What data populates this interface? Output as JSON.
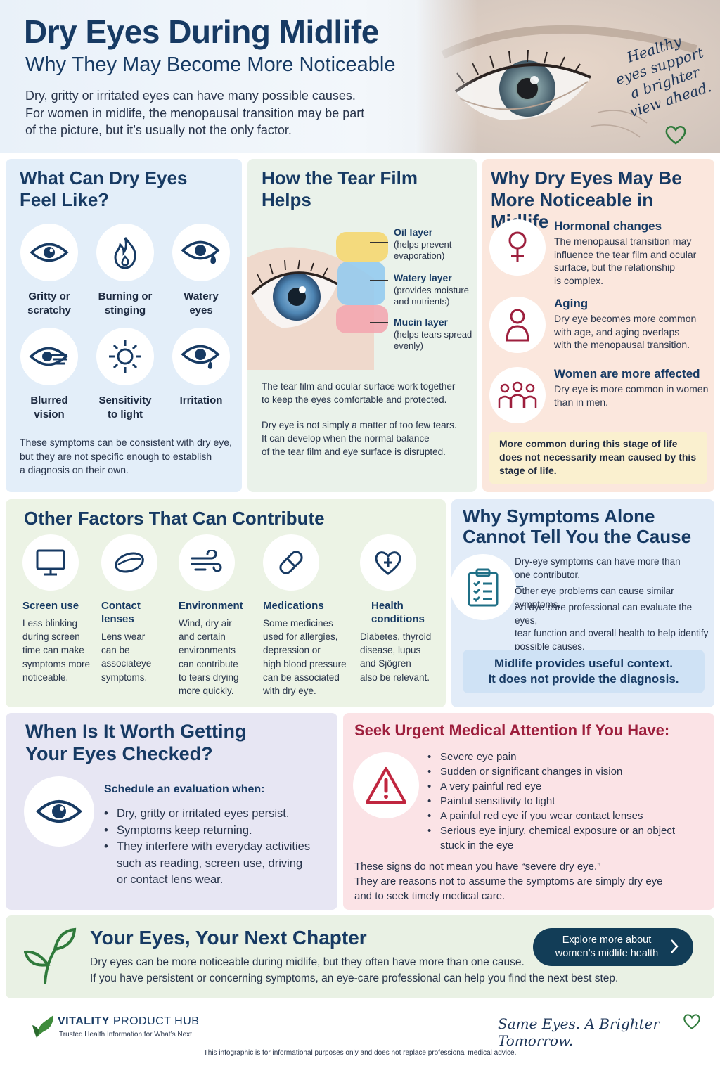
{
  "header": {
    "title": "Dry Eyes During Midlife",
    "subtitle": "Why They May Become More Noticeable",
    "intro_lines": [
      "Dry, gritty or irritated eyes can have many possible causes.",
      "For women in midlife, the menopausal transition may be part",
      "of the picture, but it’s usually not the only factor."
    ],
    "script_lines": [
      "Healthy",
      "eyes support",
      "a brighter",
      "view ahead."
    ],
    "script_icon": "heart-outline-icon"
  },
  "symptoms": {
    "title_lines": [
      "What Can Dry Eyes",
      "Feel Like?"
    ],
    "items": [
      {
        "icon": "eye-icon",
        "lines": [
          "Gritty or",
          "scratchy"
        ]
      },
      {
        "icon": "flame-icon",
        "lines": [
          "Burning or",
          "stinging"
        ]
      },
      {
        "icon": "watery-eye-icon",
        "lines": [
          "Watery",
          "eyes"
        ]
      },
      {
        "icon": "blurred-eye-icon",
        "lines": [
          "Blurred",
          "vision"
        ]
      },
      {
        "icon": "sun-icon",
        "lines": [
          "Sensitivity",
          "to light"
        ]
      },
      {
        "icon": "irritated-eye-icon",
        "lines": [
          "Irritation"
        ]
      }
    ],
    "note_lines": [
      "These symptoms can be consistent with dry eye,",
      "but they are not specific enough to establish",
      "a diagnosis on their own."
    ]
  },
  "tear_film": {
    "title_lines": [
      "How the Tear Film",
      "Helps"
    ],
    "layers": [
      {
        "name": "Oil layer",
        "desc_lines": [
          "(helps prevent",
          "evaporation)"
        ],
        "color": "#f6d66a"
      },
      {
        "name": "Watery layer",
        "desc_lines": [
          "(provides moisture",
          "and nutrients)"
        ],
        "color": "#8fc9f0"
      },
      {
        "name": "Mucin layer",
        "desc_lines": [
          "(helps tears spread",
          "evenly)"
        ],
        "color": "#f3a3ae"
      }
    ],
    "para1_lines": [
      "The tear film and ocular surface work together",
      "to keep the eyes comfortable and protected."
    ],
    "para2_lines": [
      "Dry eye is not simply a matter of too few tears.",
      "It can develop when the normal balance",
      "of the tear film and eye surface is disrupted."
    ]
  },
  "midlife": {
    "title_lines": [
      "Why Dry Eyes May Be",
      "More Noticeable in Midlife"
    ],
    "items": [
      {
        "icon": "female-symbol-icon",
        "title": "Hormonal changes",
        "desc_lines": [
          "The menopausal transition may",
          "influence the tear film and ocular",
          "surface, but the relationship",
          "is complex."
        ]
      },
      {
        "icon": "person-icon",
        "title": "Aging",
        "desc_lines": [
          "Dry eye becomes more common",
          "with age, and aging overlaps",
          "with the menopausal transition."
        ]
      },
      {
        "icon": "group-icon",
        "title": "Women are more affected",
        "desc_lines": [
          "Dry eye is more common in women",
          "than in men."
        ]
      }
    ],
    "callout_lines": [
      "More common during this stage of life",
      "does not necessarily mean caused by this",
      "stage of life."
    ]
  },
  "factors": {
    "title": "Other Factors That Can Contribute",
    "items": [
      {
        "icon": "monitor-icon",
        "title_lines": [
          "Screen use"
        ],
        "desc_lines": [
          "Less blinking",
          "during screen",
          "time can make",
          "symptoms more",
          "noticeable."
        ]
      },
      {
        "icon": "contact-lens-icon",
        "title_lines": [
          "Contact",
          "lenses"
        ],
        "desc_lines": [
          "Lens wear",
          "can be",
          "associateye",
          "symptoms."
        ]
      },
      {
        "icon": "wind-icon",
        "title_lines": [
          "Environment"
        ],
        "desc_lines": [
          "Wind, dry air",
          "and certain",
          "environments",
          "can contribute",
          "to tears drying",
          "more quickly."
        ]
      },
      {
        "icon": "pill-icon",
        "title_lines": [
          "Medications"
        ],
        "desc_lines": [
          "Some medicines",
          "used for allergies,",
          "depression or",
          "high blood pressure",
          "can be associated",
          "with dry eye."
        ]
      },
      {
        "icon": "heart-plus-icon",
        "title_lines": [
          "Health",
          "conditions"
        ],
        "desc_lines": [
          "Diabetes, thyroid",
          "disease, lupus",
          "and Sjögren",
          "also be relevant."
        ]
      }
    ]
  },
  "alone": {
    "title_lines": [
      "Why Symptoms Alone",
      "Cannot Tell You the Cause"
    ],
    "icon": "clipboard-checklist-icon",
    "points": [
      {
        "lines": [
          "Dry-eye symptoms can have more than",
          "one contributor."
        ]
      },
      {
        "lines": [
          "Other eye problems can cause similar symptoms."
        ]
      },
      {
        "lines": [
          "An eye-care professional can evaluate the eyes,",
          "tear function and overall health to help identify",
          "possible causes."
        ]
      }
    ],
    "box_lines": [
      "Midlife provides useful context.",
      "It does not provide the diagnosis."
    ]
  },
  "checked": {
    "title_lines": [
      "When Is It Worth Getting",
      "Your Eyes Checked?"
    ],
    "icon": "eye-icon",
    "subtitle": "Schedule an evaluation when:",
    "items": [
      {
        "lines": [
          "Dry, gritty or irritated eyes persist."
        ]
      },
      {
        "lines": [
          "Symptoms keep returning."
        ]
      },
      {
        "lines": [
          "They interfere with everyday activities",
          "such as reading, screen use, driving",
          "or contact lens wear."
        ]
      }
    ]
  },
  "urgent": {
    "title": "Seek Urgent Medical Attention If You Have:",
    "icon": "warning-triangle-icon",
    "items": [
      {
        "lines": [
          "Severe eye pain"
        ]
      },
      {
        "lines": [
          "Sudden or significant changes in vision"
        ]
      },
      {
        "lines": [
          "A very painful red eye"
        ]
      },
      {
        "lines": [
          "Painful sensitivity to light"
        ]
      },
      {
        "lines": [
          "A painful red eye if you wear contact lenses"
        ]
      },
      {
        "lines": [
          "Serious eye injury, chemical exposure or an object",
          "stuck in the eye"
        ]
      }
    ],
    "note_lines": [
      "These signs do not mean you have “severe dry eye.”",
      "They are reasons not to assume the symptoms are simply dry eye",
      "and to seek timely medical care."
    ]
  },
  "next": {
    "icon": "sprout-icon",
    "title": "Your Eyes, Your Next Chapter",
    "line1": "Dry eyes can be more noticeable during midlife, but they often have more than one cause.",
    "line2": "If you have persistent or concerning symptoms, an eye-care professional can help you find the next best step.",
    "button_lines": [
      "Explore more about",
      "women’s midlife health"
    ]
  },
  "footer": {
    "brand_bold": "VITALITY",
    "brand_rest": " PRODUCT HUB",
    "tagline": "Trusted Health Information for What’s Next",
    "slogan": "Same Eyes. A Brighter Tomorrow.",
    "disclaimer": "This infographic is for informational purposes only and does not replace professional medical advice."
  },
  "colors": {
    "navy": "#173a63",
    "urgent_red": "#9d1f3d",
    "symptoms_bg": "#e3eef9",
    "tear_bg": "#eaf2ea",
    "midlife_bg": "#fbe7dd",
    "urgent_bg": "#fbe3e6",
    "button": "#123d57"
  }
}
